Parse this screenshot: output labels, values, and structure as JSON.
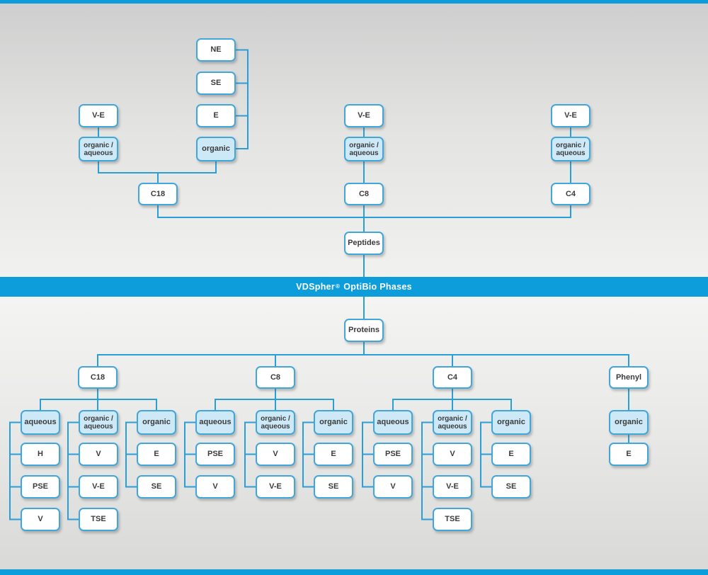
{
  "banner": {
    "brand": "VDSpher",
    "registered": "®",
    "suffix": "OptiBio Phases"
  },
  "colors": {
    "accent_blue": "#0d9ddb",
    "line_blue": "#2a9ed8",
    "node_border": "#41a7da",
    "node_fill_shaded": "#cde9f7",
    "node_text": "#3b3b3b"
  },
  "peptides": {
    "root": "Peptides",
    "c18": {
      "column": "C18",
      "ve": "V-E",
      "organic_aqueous": "organic / aqueous",
      "organic": "organic",
      "organic_items": [
        "NE",
        "SE",
        "E"
      ]
    },
    "c8": {
      "column": "C8",
      "ve": "V-E",
      "organic_aqueous": "organic / aqueous"
    },
    "c4": {
      "column": "C4",
      "ve": "V-E",
      "organic_aqueous": "organic / aqueous"
    }
  },
  "proteins": {
    "root": "Proteins",
    "c18": {
      "column": "C18",
      "aqueous": {
        "label": "aqueous",
        "items": [
          "H",
          "PSE",
          "V"
        ]
      },
      "organic_aqueous": {
        "label": "organic / aqueous",
        "items": [
          "V",
          "V-E",
          "TSE"
        ]
      },
      "organic": {
        "label": "organic",
        "items": [
          "E",
          "SE"
        ]
      }
    },
    "c8": {
      "column": "C8",
      "aqueous": {
        "label": "aqueous",
        "items": [
          "PSE",
          "V"
        ]
      },
      "organic_aqueous": {
        "label": "organic / aqueous",
        "items": [
          "V",
          "V-E"
        ]
      },
      "organic": {
        "label": "organic",
        "items": [
          "E",
          "SE"
        ]
      }
    },
    "c4": {
      "column": "C4",
      "aqueous": {
        "label": "aqueous",
        "items": [
          "PSE",
          "V"
        ]
      },
      "organic_aqueous": {
        "label": "organic / aqueous",
        "items": [
          "V",
          "V-E",
          "TSE"
        ]
      },
      "organic": {
        "label": "organic",
        "items": [
          "E",
          "SE"
        ]
      }
    },
    "phenyl": {
      "column": "Phenyl",
      "organic": {
        "label": "organic",
        "items": [
          "E"
        ]
      }
    }
  }
}
